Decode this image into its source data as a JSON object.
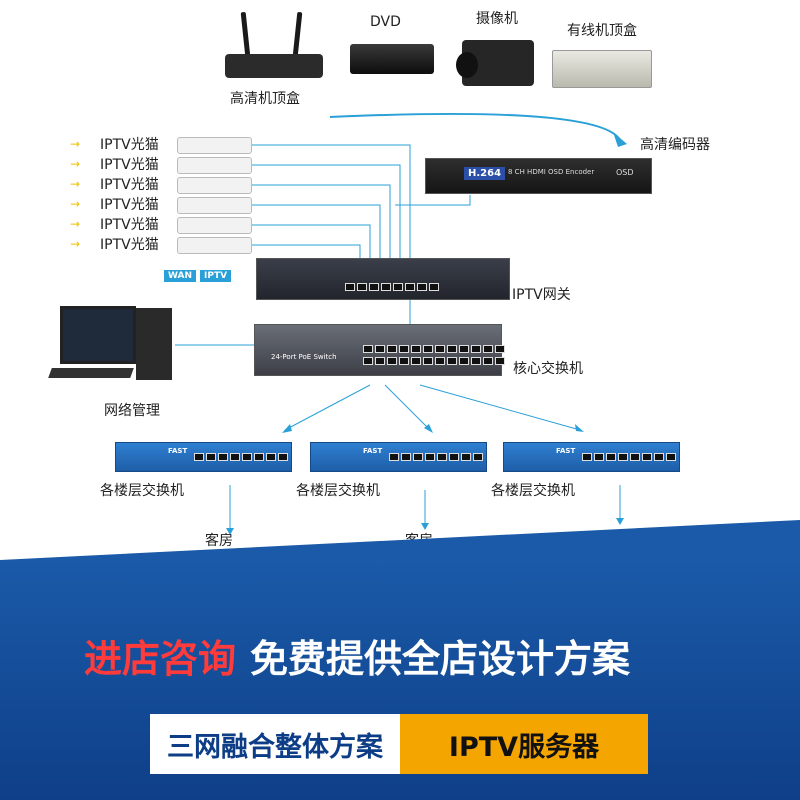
{
  "devices": {
    "router_label": "高清机顶盒",
    "dvd_label": "DVD",
    "camera_label": "摄像机",
    "stb_label": "有线机顶盒",
    "encoder_label": "高清编码器",
    "encoder_brand": "H.264",
    "encoder_text": "8 CH HDMI OSD Encoder",
    "encoder_osd": "OSD",
    "gateway_label": "IPTV网关",
    "core_label": "核心交换机",
    "core_text": "24-Port PoE Switch",
    "mgmt_label": "网络管理",
    "floor_brand": "FAST"
  },
  "onts": [
    {
      "label": "IPTV光猫"
    },
    {
      "label": "IPTV光猫"
    },
    {
      "label": "IPTV光猫"
    },
    {
      "label": "IPTV光猫"
    },
    {
      "label": "IPTV光猫"
    },
    {
      "label": "IPTV光猫"
    }
  ],
  "ont_tags": {
    "wan": "WAN",
    "iptv": "IPTV"
  },
  "floor_switches": [
    {
      "label": "各楼层交换机"
    },
    {
      "label": "各楼层交换机"
    },
    {
      "label": "各楼层交换机"
    }
  ],
  "rooms": [
    {
      "label": "客房"
    },
    {
      "label": "客房"
    }
  ],
  "promo": {
    "red": "进店咨询",
    "white": "免费提供全店设计方案",
    "box_left": "三网融合整体方案",
    "box_right": "IPTV服务器"
  },
  "colors": {
    "band": "#1a5aa8",
    "accent_red": "#ff3b3b",
    "accent_orange": "#f5a500",
    "line_blue": "#2aa0d8"
  }
}
